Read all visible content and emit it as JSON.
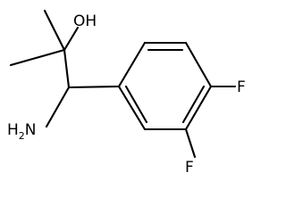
{
  "molecule": {
    "atoms": {
      "hydroxyl": "OH",
      "amino": "NH2",
      "amino_main": "H",
      "amino_sub": "2",
      "amino_tail": "N",
      "fluorine_para": "F",
      "fluorine_meta": "F"
    }
  }
}
